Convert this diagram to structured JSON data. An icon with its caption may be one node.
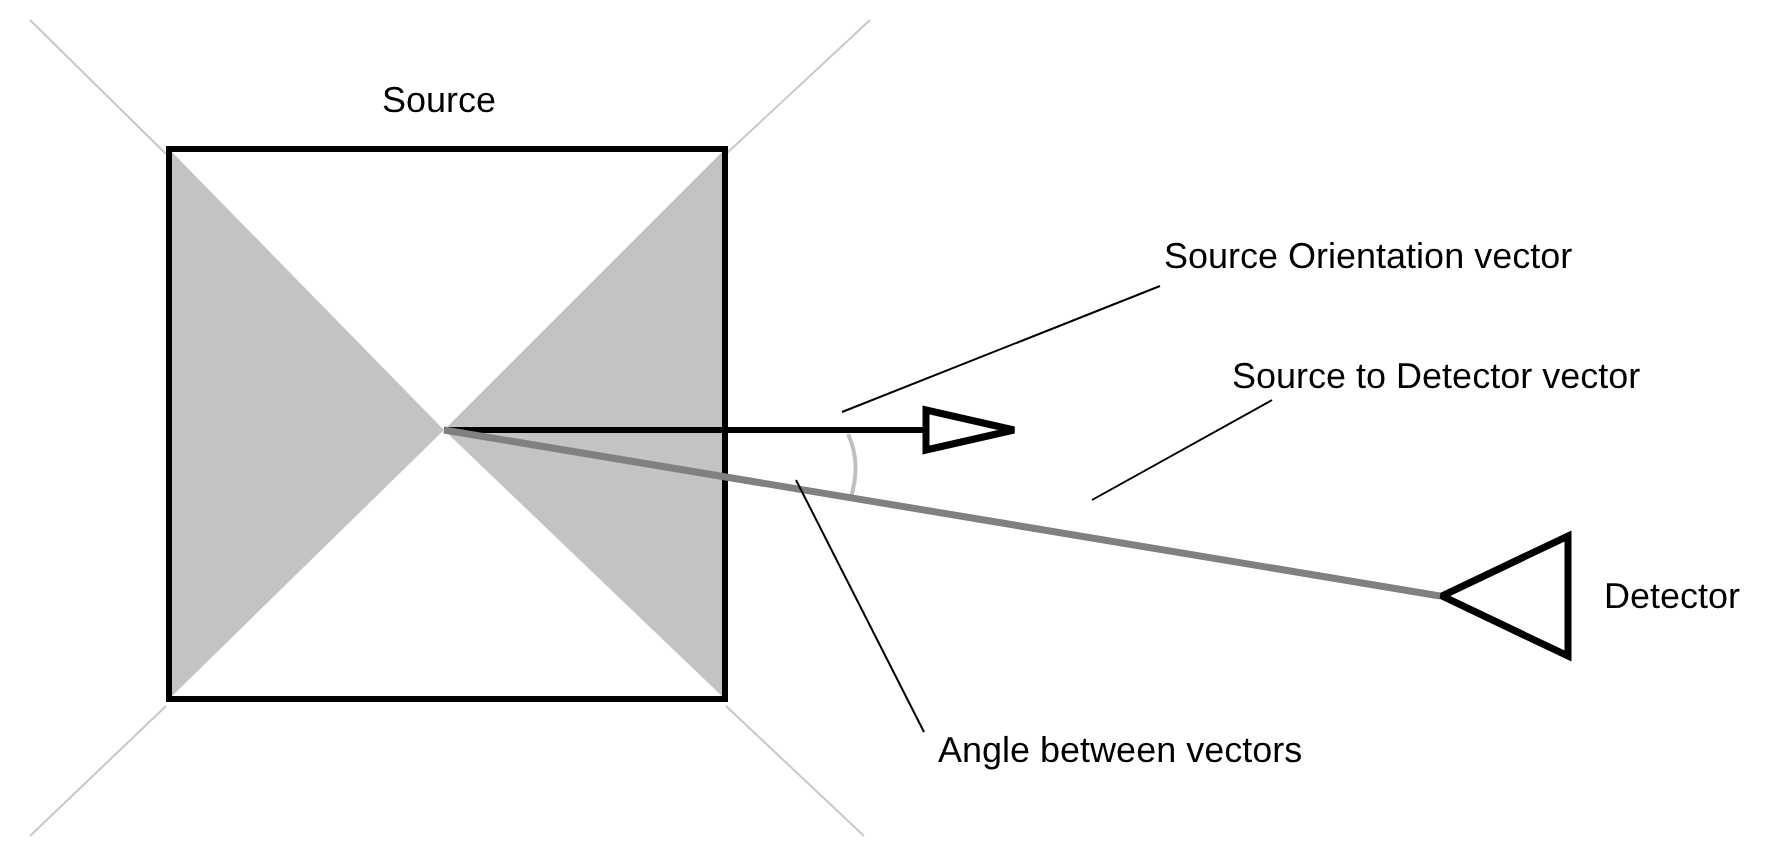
{
  "diagram": {
    "nodes": [
      {
        "text": [
          "Source"
        ]
      },
      {
        "text": [
          "Detector"
        ]
      },
      {
        "text": [
          "Source Orientation vector"
        ]
      },
      {
        "text": [
          "Source to Detector vector"
        ]
      },
      {
        "text": [
          "Angle between vectors"
        ]
      }
    ],
    "edges": [
      {
        "from": 0,
        "to": 1,
        "arrow": "none",
        "style": "thick",
        "color": "#808080"
      },
      {
        "from": 2,
        "to": null,
        "arrow": "none"
      },
      {
        "from": 3,
        "to": null,
        "arrow": "none"
      },
      {
        "from": 4,
        "to": null,
        "arrow": "none"
      }
    ]
  }
}
